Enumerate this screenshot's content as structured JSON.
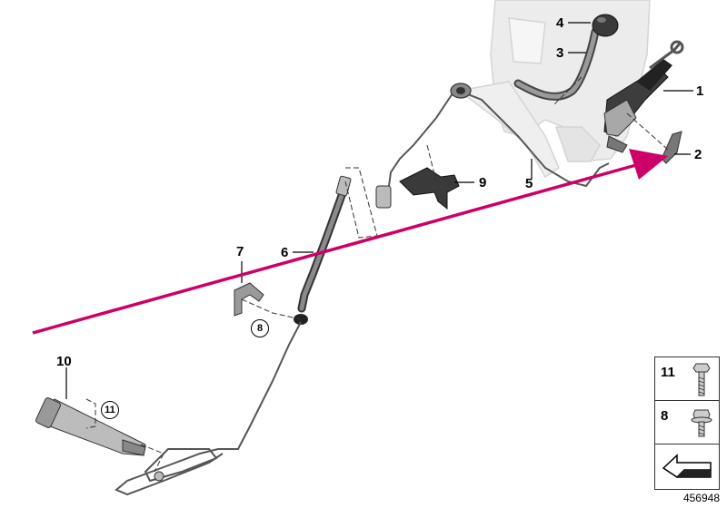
{
  "callouts": {
    "c1": "1",
    "c2": "2",
    "c3": "3",
    "c4": "4",
    "c5": "5",
    "c6": "6",
    "c7": "7",
    "c8": "8",
    "c9": "9",
    "c10": "10",
    "c11": "11"
  },
  "legend": {
    "items": [
      {
        "number": "11",
        "icon": "bolt-icon"
      },
      {
        "number": "8",
        "icon": "hex-flange-bolt-icon"
      }
    ],
    "bottom_icon": "arrow-icon"
  },
  "reference_number": "456948",
  "colors": {
    "arrow": "#cc0066",
    "line": "#444444",
    "part_fill": "#bfbfbf",
    "ghost": "#e6e6e6"
  }
}
